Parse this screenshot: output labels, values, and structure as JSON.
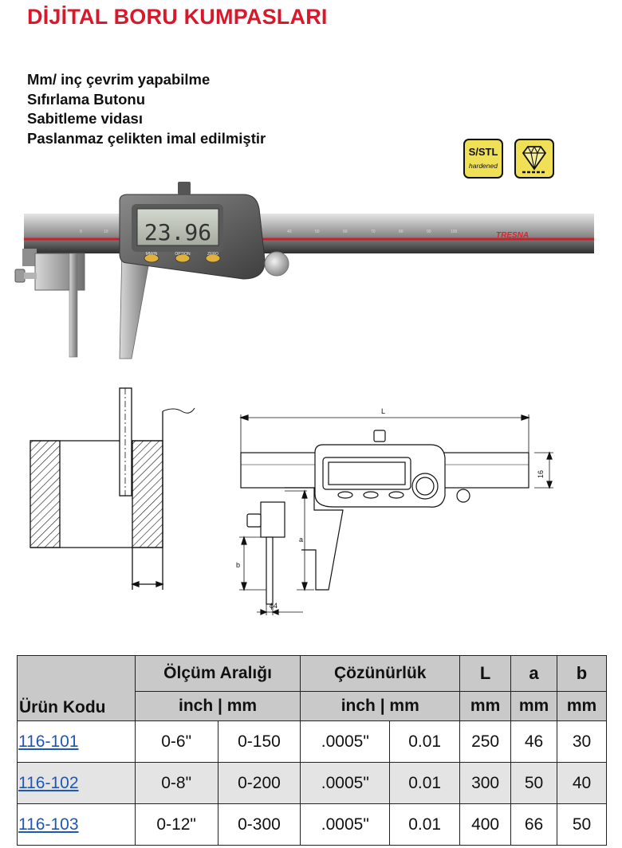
{
  "title": "DİJİTAL BORU KUMPASLARI",
  "features": [
    "Mm/ inç çevrim yapabilme",
    "Sıfırlama Butonu",
    "Sabitleme vidası",
    "Paslanmaz çelikten imal edilmiştir"
  ],
  "badges": [
    {
      "name": "sstl-hardened-badge",
      "text": "S/STL",
      "subtext": "hardened"
    },
    {
      "name": "diamond-badge",
      "icon": "diamond-icon"
    }
  ],
  "photo": {
    "display_value": "23.96",
    "buttons": [
      "MM/IN",
      "OPTION",
      "ZERO"
    ],
    "brand": "TRESNA"
  },
  "diagram": {
    "labels": {
      "L": "L",
      "height": "16",
      "a": "a",
      "b": "b",
      "pin": "ϕ4"
    }
  },
  "table": {
    "headers": {
      "code": "Ürün Kodu",
      "range": "Ölçüm Aralığı",
      "resolution": "Çözünürlük",
      "L": "L",
      "a": "a",
      "b": "b",
      "inch_mm": "inch | mm",
      "mm": "mm"
    },
    "rows": [
      {
        "code": "116-101",
        "range_inch": "0-6\"",
        "range_mm": "0-150",
        "res_inch": ".0005\"",
        "res_mm": "0.01",
        "L": "250",
        "a": "46",
        "b": "30"
      },
      {
        "code": "116-102",
        "range_inch": "0-8\"",
        "range_mm": "0-200",
        "res_inch": ".0005\"",
        "res_mm": "0.01",
        "L": "300",
        "a": "50",
        "b": "40"
      },
      {
        "code": "116-103",
        "range_inch": "0-12\"",
        "range_mm": "0-300",
        "res_inch": ".0005\"",
        "res_mm": "0.01",
        "L": "400",
        "a": "66",
        "b": "50"
      }
    ]
  }
}
